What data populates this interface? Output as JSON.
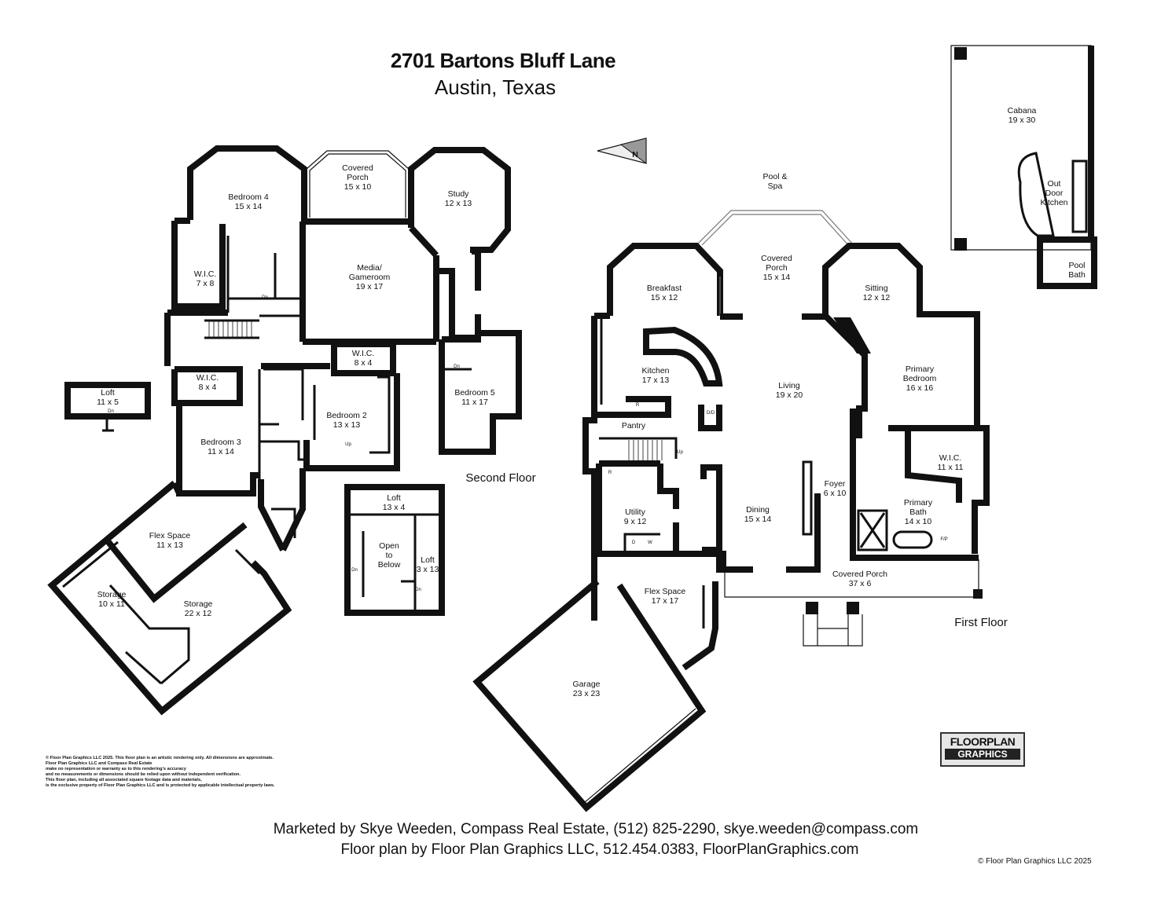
{
  "title": {
    "address": "2701 Bartons Bluff Lane",
    "city": "Austin, Texas"
  },
  "floors": {
    "second": "Second Floor",
    "first": "First Floor"
  },
  "north_arrow_label": "N",
  "rooms": {
    "bedroom4": {
      "name": "Bedroom 4",
      "size": "15 x 14"
    },
    "covered_porch_2f": {
      "name": "Covered",
      "name2": "Porch",
      "size": "15 x 10"
    },
    "study": {
      "name": "Study",
      "size": "12 x 13"
    },
    "wic_2f_a": {
      "name": "W.I.C.",
      "size": "7 x 8"
    },
    "media": {
      "name": "Media/",
      "name2": "Gameroom",
      "size": "19 x 17"
    },
    "wic_2f_b": {
      "name": "W.I.C.",
      "size": "8 x 4"
    },
    "wic_2f_c": {
      "name": "W.I.C.",
      "size": "8 x 4"
    },
    "bedroom5": {
      "name": "Bedroom 5",
      "size": "11 x 17"
    },
    "bedroom2": {
      "name": "Bedroom 2",
      "size": "13 x 13"
    },
    "bedroom3": {
      "name": "Bedroom 3",
      "size": "11 x 14"
    },
    "loft_a": {
      "name": "Loft",
      "size": "11 x 5"
    },
    "flex_2f": {
      "name": "Flex Space",
      "size": "11 x 13"
    },
    "storage_a": {
      "name": "Storage",
      "size": "10 x 11"
    },
    "storage_b": {
      "name": "Storage",
      "size": "22 x 12"
    },
    "loft_b": {
      "name": "Loft",
      "size": "13 x 4"
    },
    "open_below": {
      "name": "Open",
      "name2": "to",
      "name3": "Below"
    },
    "loft_c": {
      "name": "Loft",
      "size": "3 x 13"
    },
    "pool": {
      "name": "Pool &",
      "name2": "Spa"
    },
    "cabana": {
      "name": "Cabana",
      "size": "19 x 30"
    },
    "outdoor_kitchen": {
      "name": "Out",
      "name2": "Door",
      "name3": "Kitchen"
    },
    "pool_bath": {
      "name": "Pool",
      "name2": "Bath"
    },
    "breakfast": {
      "name": "Breakfast",
      "size": "15 x 12"
    },
    "covered_porch_1f": {
      "name": "Covered",
      "name2": "Porch",
      "size": "15 x 14"
    },
    "sitting": {
      "name": "Sitting",
      "size": "12 x 12"
    },
    "kitchen": {
      "name": "Kitchen",
      "size": "17 x 13"
    },
    "living": {
      "name": "Living",
      "size": "19 x 20"
    },
    "primary_bedroom": {
      "name": "Primary",
      "name2": "Bedroom",
      "size": "16 x 16"
    },
    "pantry": {
      "name": "Pantry"
    },
    "wic_1f": {
      "name": "W.I.C.",
      "size": "11 x 11"
    },
    "foyer": {
      "name": "Foyer",
      "size": "6 x 10"
    },
    "utility": {
      "name": "Utility",
      "size": "9 x 12"
    },
    "dining": {
      "name": "Dining",
      "size": "15 x 14"
    },
    "primary_bath": {
      "name": "Primary",
      "name2": "Bath",
      "size": "14 x 10"
    },
    "covered_porch_front": {
      "name": "Covered Porch",
      "size": "37 x 6"
    },
    "flex_1f": {
      "name": "Flex Space",
      "size": "17 x 17"
    },
    "garage": {
      "name": "Garage",
      "size": "23 x 23"
    }
  },
  "fixture_labels": {
    "down": "Dn",
    "up": "Up",
    "refrigerator": "R",
    "dishwasher": "D/D",
    "washer": "W",
    "dryer": "D",
    "fireplace": "F/P"
  },
  "disclaimer": [
    "© Floor Plan Graphics LLC 2025. This floor plan is an artistic rendering only. All dimensions are approximate.",
    "Floor Plan Graphics LLC and Compass Real Estate",
    "make no representation or warranty as to this rendering's accuracy",
    "and no measurements or dimensions should be relied upon without independent verification.",
    "This floor plan, including all associated square footage data and materials,",
    "is the exclusive property of Floor Plan Graphics LLC and is protected by applicable intellectual property laws."
  ],
  "logo": {
    "line1": "FLOORPLAN",
    "line2": "GRAPHICS"
  },
  "footer": {
    "line1": "Marketed by Skye Weeden, Compass Real Estate, (512) 825-2290, skye.weeden@compass.com",
    "line2": "Floor plan by Floor Plan Graphics LLC, 512.454.0383, FloorPlanGraphics.com",
    "copyright": "© Floor Plan Graphics LLC 2025"
  }
}
